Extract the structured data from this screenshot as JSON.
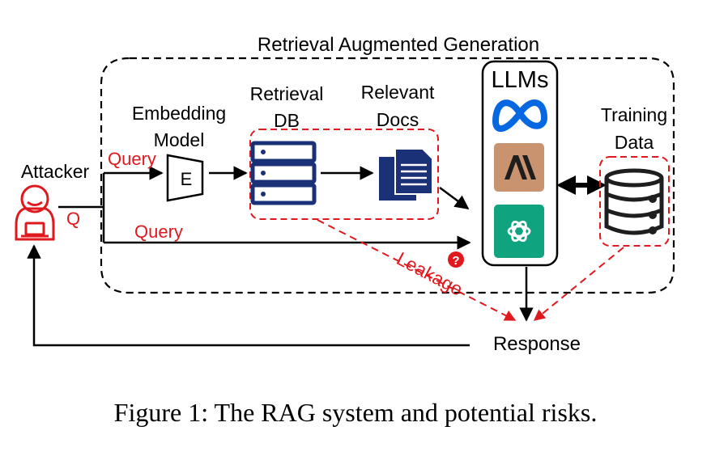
{
  "diagram": {
    "rag_title": "Retrieval Augmented Generation",
    "attacker_label": "Attacker",
    "q_label": "Q",
    "query_top_label": "Query",
    "query_bottom_label": "Query",
    "embedding_label_1": "Embedding",
    "embedding_label_2": "Model",
    "embedding_box_text": "E",
    "retrieval_label_1": "Retrieval",
    "retrieval_label_2": "DB",
    "docs_label_1": "Relevant",
    "docs_label_2": "Docs",
    "llms_label": "LLMs",
    "training_label_1": "Training",
    "training_label_2": "Data",
    "leakage_label": "Leakage",
    "leakage_badge": "?",
    "response_label": "Response",
    "colors": {
      "risk_red": "#e0191e",
      "meta_blue": "#0668e1",
      "anthropic_tan": "#c9936f",
      "openai_green": "#10a37f",
      "db_navy": "#1a3178"
    },
    "icons": [
      "hacker-icon",
      "database-icon",
      "documents-icon",
      "meta-logo-icon",
      "anthropic-logo-icon",
      "openai-logo-icon",
      "training-database-icon"
    ]
  },
  "caption": "Figure 1: The RAG system and potential risks."
}
